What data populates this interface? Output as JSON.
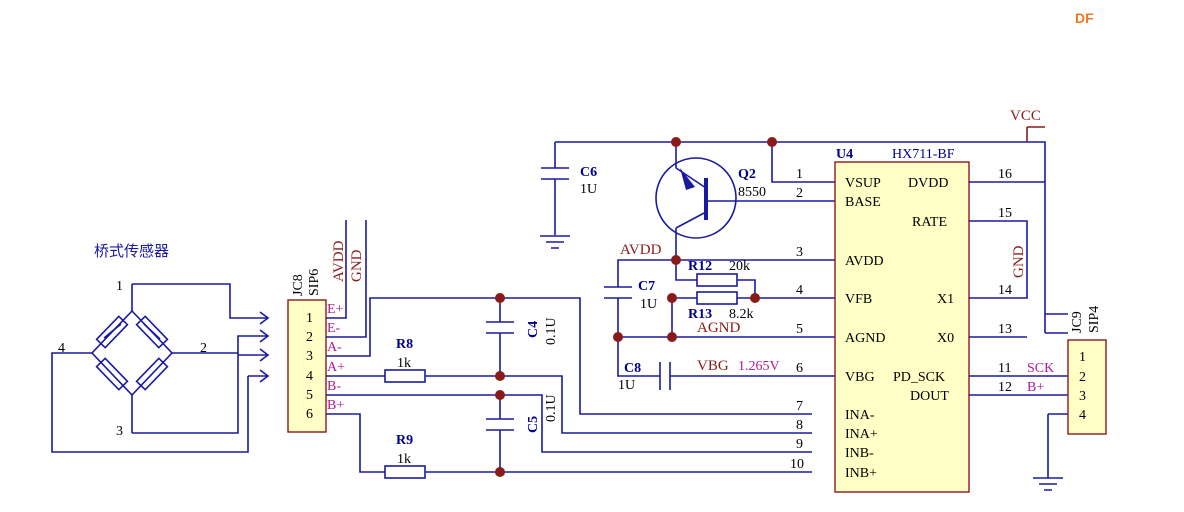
{
  "logo": "DF",
  "sensor": {
    "label": "桥式传感器",
    "pins": [
      "1",
      "2",
      "3",
      "4"
    ]
  },
  "jc8": {
    "ref": "JC8",
    "type": "SIP6",
    "pins": [
      "1",
      "2",
      "3",
      "4",
      "5",
      "6"
    ],
    "nets": [
      "E+",
      "E-",
      "A-",
      "A+",
      "B-",
      "B+"
    ],
    "top_nets": [
      "AVDD",
      "GND"
    ]
  },
  "jc9": {
    "ref": "JC9",
    "type": "SIP4",
    "pins": [
      "1",
      "2",
      "3",
      "4"
    ],
    "nets": [
      "SCK",
      "B+"
    ]
  },
  "vcc": "VCC",
  "u4": {
    "ref": "U4",
    "part": "HX711-BF",
    "left_pins": [
      {
        "num": "1",
        "name": "VSUP"
      },
      {
        "num": "2",
        "name": "BASE"
      },
      {
        "num": "3",
        "name": "AVDD"
      },
      {
        "num": "4",
        "name": "VFB"
      },
      {
        "num": "5",
        "name": "AGND"
      },
      {
        "num": "6",
        "name": "VBG"
      },
      {
        "num": "7",
        "name": "INA-"
      },
      {
        "num": "8",
        "name": "INA+"
      },
      {
        "num": "9",
        "name": "INB-"
      },
      {
        "num": "10",
        "name": "INB+"
      }
    ],
    "right_pins": [
      {
        "num": "16",
        "name": "DVDD"
      },
      {
        "num": "15",
        "name": "RATE"
      },
      {
        "num": "14",
        "name": "X1"
      },
      {
        "num": "13",
        "name": "X0"
      },
      {
        "num": "11",
        "name": "PD_SCK"
      },
      {
        "num": "12",
        "name": "DOUT"
      }
    ],
    "gnd_net": "GND"
  },
  "components": {
    "c6": {
      "ref": "C6",
      "value": "1U"
    },
    "c7": {
      "ref": "C7",
      "value": "1U"
    },
    "c8": {
      "ref": "C8",
      "value": "1U"
    },
    "c4": {
      "ref": "C4",
      "value": "0.1U"
    },
    "c5": {
      "ref": "C5",
      "value": "0.1U"
    },
    "q2": {
      "ref": "Q2",
      "value": "8550"
    },
    "r12": {
      "ref": "R12",
      "value": "20k"
    },
    "r13": {
      "ref": "R13",
      "value": "8.2k"
    },
    "r8": {
      "ref": "R8",
      "value": "1k"
    },
    "r9": {
      "ref": "R9",
      "value": "1k"
    }
  },
  "nets": {
    "avdd": "AVDD",
    "agnd": "AGND",
    "vbg": "VBG",
    "vbg_value": "1.265V"
  }
}
